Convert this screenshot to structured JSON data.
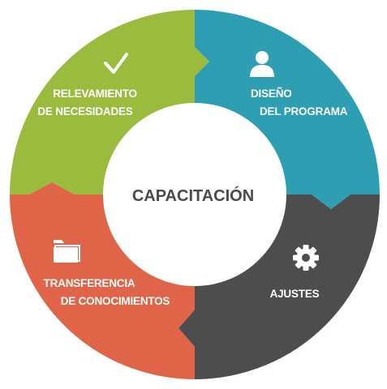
{
  "diagram": {
    "center": {
      "label": "CAPACITACIÓN"
    },
    "segments": [
      {
        "id": "relevamiento",
        "line1": "RELEVAMIENTO",
        "line2": "DE NECESIDADES",
        "icon": "check-icon",
        "color": "#9bbb3f"
      },
      {
        "id": "diseno",
        "line1": "DISEÑO",
        "line2": "DEL PROGRAMA",
        "icon": "person-icon",
        "color": "#2e9fb2"
      },
      {
        "id": "ajustes",
        "line1": "AJUSTES",
        "line2": "",
        "icon": "gear-icon",
        "color": "#4d4d4d"
      },
      {
        "id": "transferencia",
        "line1": "TRANSFERENCIA",
        "line2": "DE CONOCIMIENTOS",
        "icon": "folder-icon",
        "color": "#e06548"
      }
    ]
  }
}
